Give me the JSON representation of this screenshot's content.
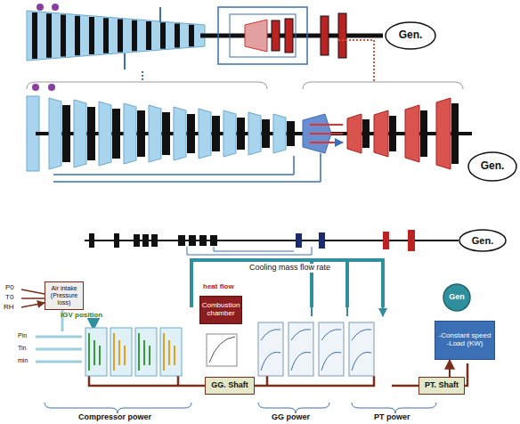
{
  "diagram": {
    "nodes": [
      {
        "text": [
          "Gen."
        ]
      },
      {
        "text": [
          "Gen."
        ]
      },
      {
        "text": [
          "Gen."
        ]
      },
      {
        "text": [
          "Air intake (Pressure loss)"
        ]
      },
      {
        "text": [
          "Combustion chamber"
        ]
      },
      {
        "text": [
          "GG. Shaft"
        ]
      },
      {
        "text": [
          "PT. Shaft"
        ]
      },
      {
        "text": [
          "Gen"
        ]
      },
      {
        "text": [
          "-Constant speed -Load (KW)"
        ]
      }
    ],
    "edges": [
      {
        "from": 6,
        "to": 8,
        "arrow": "to"
      }
    ],
    "labels": [
      "P0",
      "T0",
      "RH",
      "IGV position",
      "heat flow",
      "Cooling mass flow rate",
      "Pin",
      "Tin",
      "min",
      "Compressor power",
      "GG power",
      "PT power"
    ]
  }
}
